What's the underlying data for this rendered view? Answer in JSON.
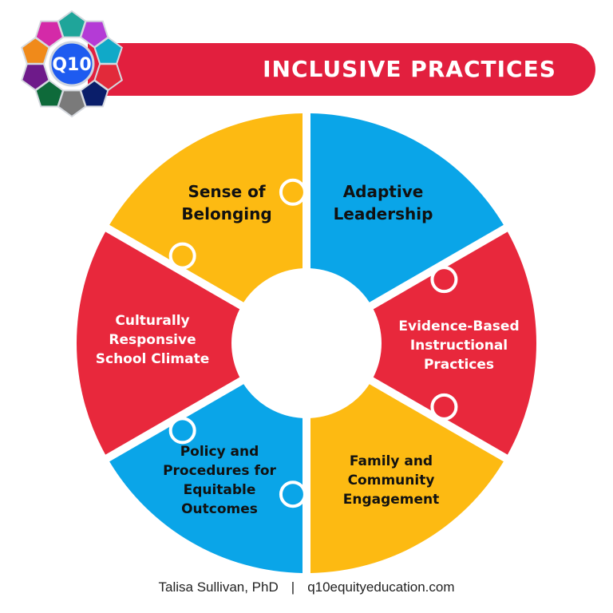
{
  "header": {
    "title": "INCLUSIVE PRACTICES",
    "logo_text": "Q10"
  },
  "segments": [
    {
      "label": "Adaptive Leadership",
      "lines": [
        "Adaptive",
        "Leadership"
      ],
      "color": "#0AA5E8"
    },
    {
      "label": "Evidence-Based Instructional Practices",
      "lines": [
        "Evidence-Based",
        "Instructional",
        "Practices"
      ],
      "color": "#E8283C"
    },
    {
      "label": "Family and Community Engagement",
      "lines": [
        "Family and",
        "Community",
        "Engagement"
      ],
      "color": "#FDBA12"
    },
    {
      "label": "Policy and Procedures for Equitable Outcomes",
      "lines": [
        "Policy and",
        "Procedures for",
        "Equitable",
        "Outcomes"
      ],
      "color": "#0AA5E8"
    },
    {
      "label": "Culturally Responsive School Climate",
      "lines": [
        "Culturally",
        "Responsive",
        "School Climate"
      ],
      "color": "#E8283C"
    },
    {
      "label": "Sense of Belonging",
      "lines": [
        "Sense of",
        "Belonging"
      ],
      "color": "#FDBA12"
    }
  ],
  "footer": {
    "author": "Talisa Sullivan, PhD",
    "separator": "|",
    "website": "q10equityeducation.com"
  },
  "colors": {
    "banner": "#E21F3E",
    "logo_center": "#1E5BF0"
  }
}
